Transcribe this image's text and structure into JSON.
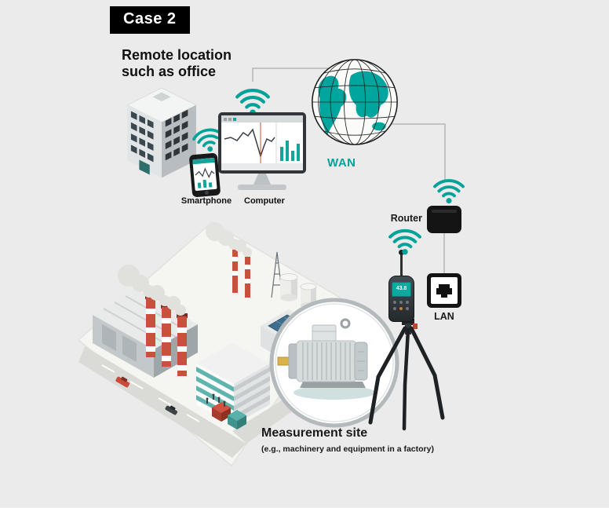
{
  "case_label": "Case 2",
  "colors": {
    "background": "#ebebeb",
    "accent_teal": "#00a29a",
    "chimney_red": "#c8503c",
    "connector_gray": "#a9adae"
  },
  "remote_location": {
    "title_line1": "Remote location",
    "title_line2": "such as office",
    "smartphone_label": "Smartphone",
    "computer_label": "Computer"
  },
  "network": {
    "wan_label": "WAN",
    "router_label": "Router",
    "lan_label": "LAN"
  },
  "measurement_site": {
    "title": "Measurement site",
    "subtitle": "(e.g., machinery and equipment in a factory)",
    "meter_reading": "43.8"
  },
  "icons": {
    "wifi-icon": "teal concentric arcs with dot",
    "globe-icon": "wireframe globe with teal continents",
    "router-icon": "black rounded box",
    "lan-port-icon": "black square with ethernet jack glyph",
    "smartphone-icon": "black phone with app screen",
    "computer-icon": "monitor showing measurement software chart",
    "office-building-icon": "isometric office building",
    "factory-icon": "isometric factory scene with striped chimneys",
    "motor-icon": "electric motor in magnifier circle",
    "sound-level-meter-icon": "handheld meter with microphone on tripod"
  }
}
